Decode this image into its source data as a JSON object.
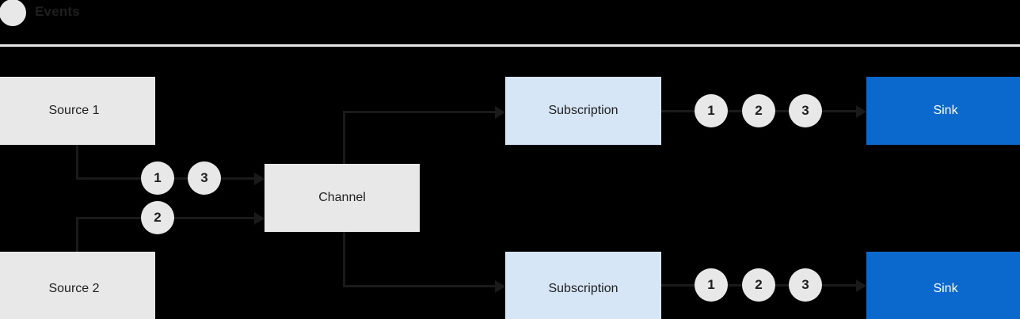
{
  "header": {
    "legend_marker": "events-dot",
    "legend_label": "Events"
  },
  "colors": {
    "background": "#000000",
    "node_gray": "#e8e8e8",
    "node_light_blue": "#d6e6f6",
    "node_blue": "#0b69ce",
    "wire": "#1a1a1a",
    "rule": "#e6e6e6",
    "text_dark": "#1f1f1f",
    "text_light": "#ffffff"
  },
  "nodes": {
    "source_1": "Source 1",
    "source_2": "Source 2",
    "channel": "Channel",
    "subscription_top": "Subscription",
    "subscription_bottom": "Subscription",
    "sink_top": "Sink",
    "sink_bottom": "Sink"
  },
  "events": {
    "source_1_lane": [
      "1",
      "3"
    ],
    "source_2_lane": [
      "2"
    ],
    "sink_top_lane": [
      "1",
      "2",
      "3"
    ],
    "sink_bottom_lane": [
      "1",
      "2",
      "3"
    ]
  }
}
